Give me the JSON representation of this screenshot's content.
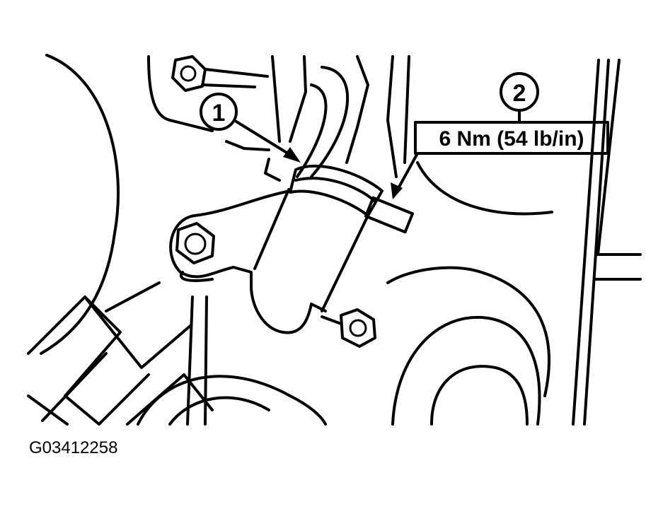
{
  "callouts": [
    {
      "number": "1"
    },
    {
      "number": "2"
    }
  ],
  "torque_spec": "6 Nm (54 lb/in)",
  "figure_id": "G03412258"
}
